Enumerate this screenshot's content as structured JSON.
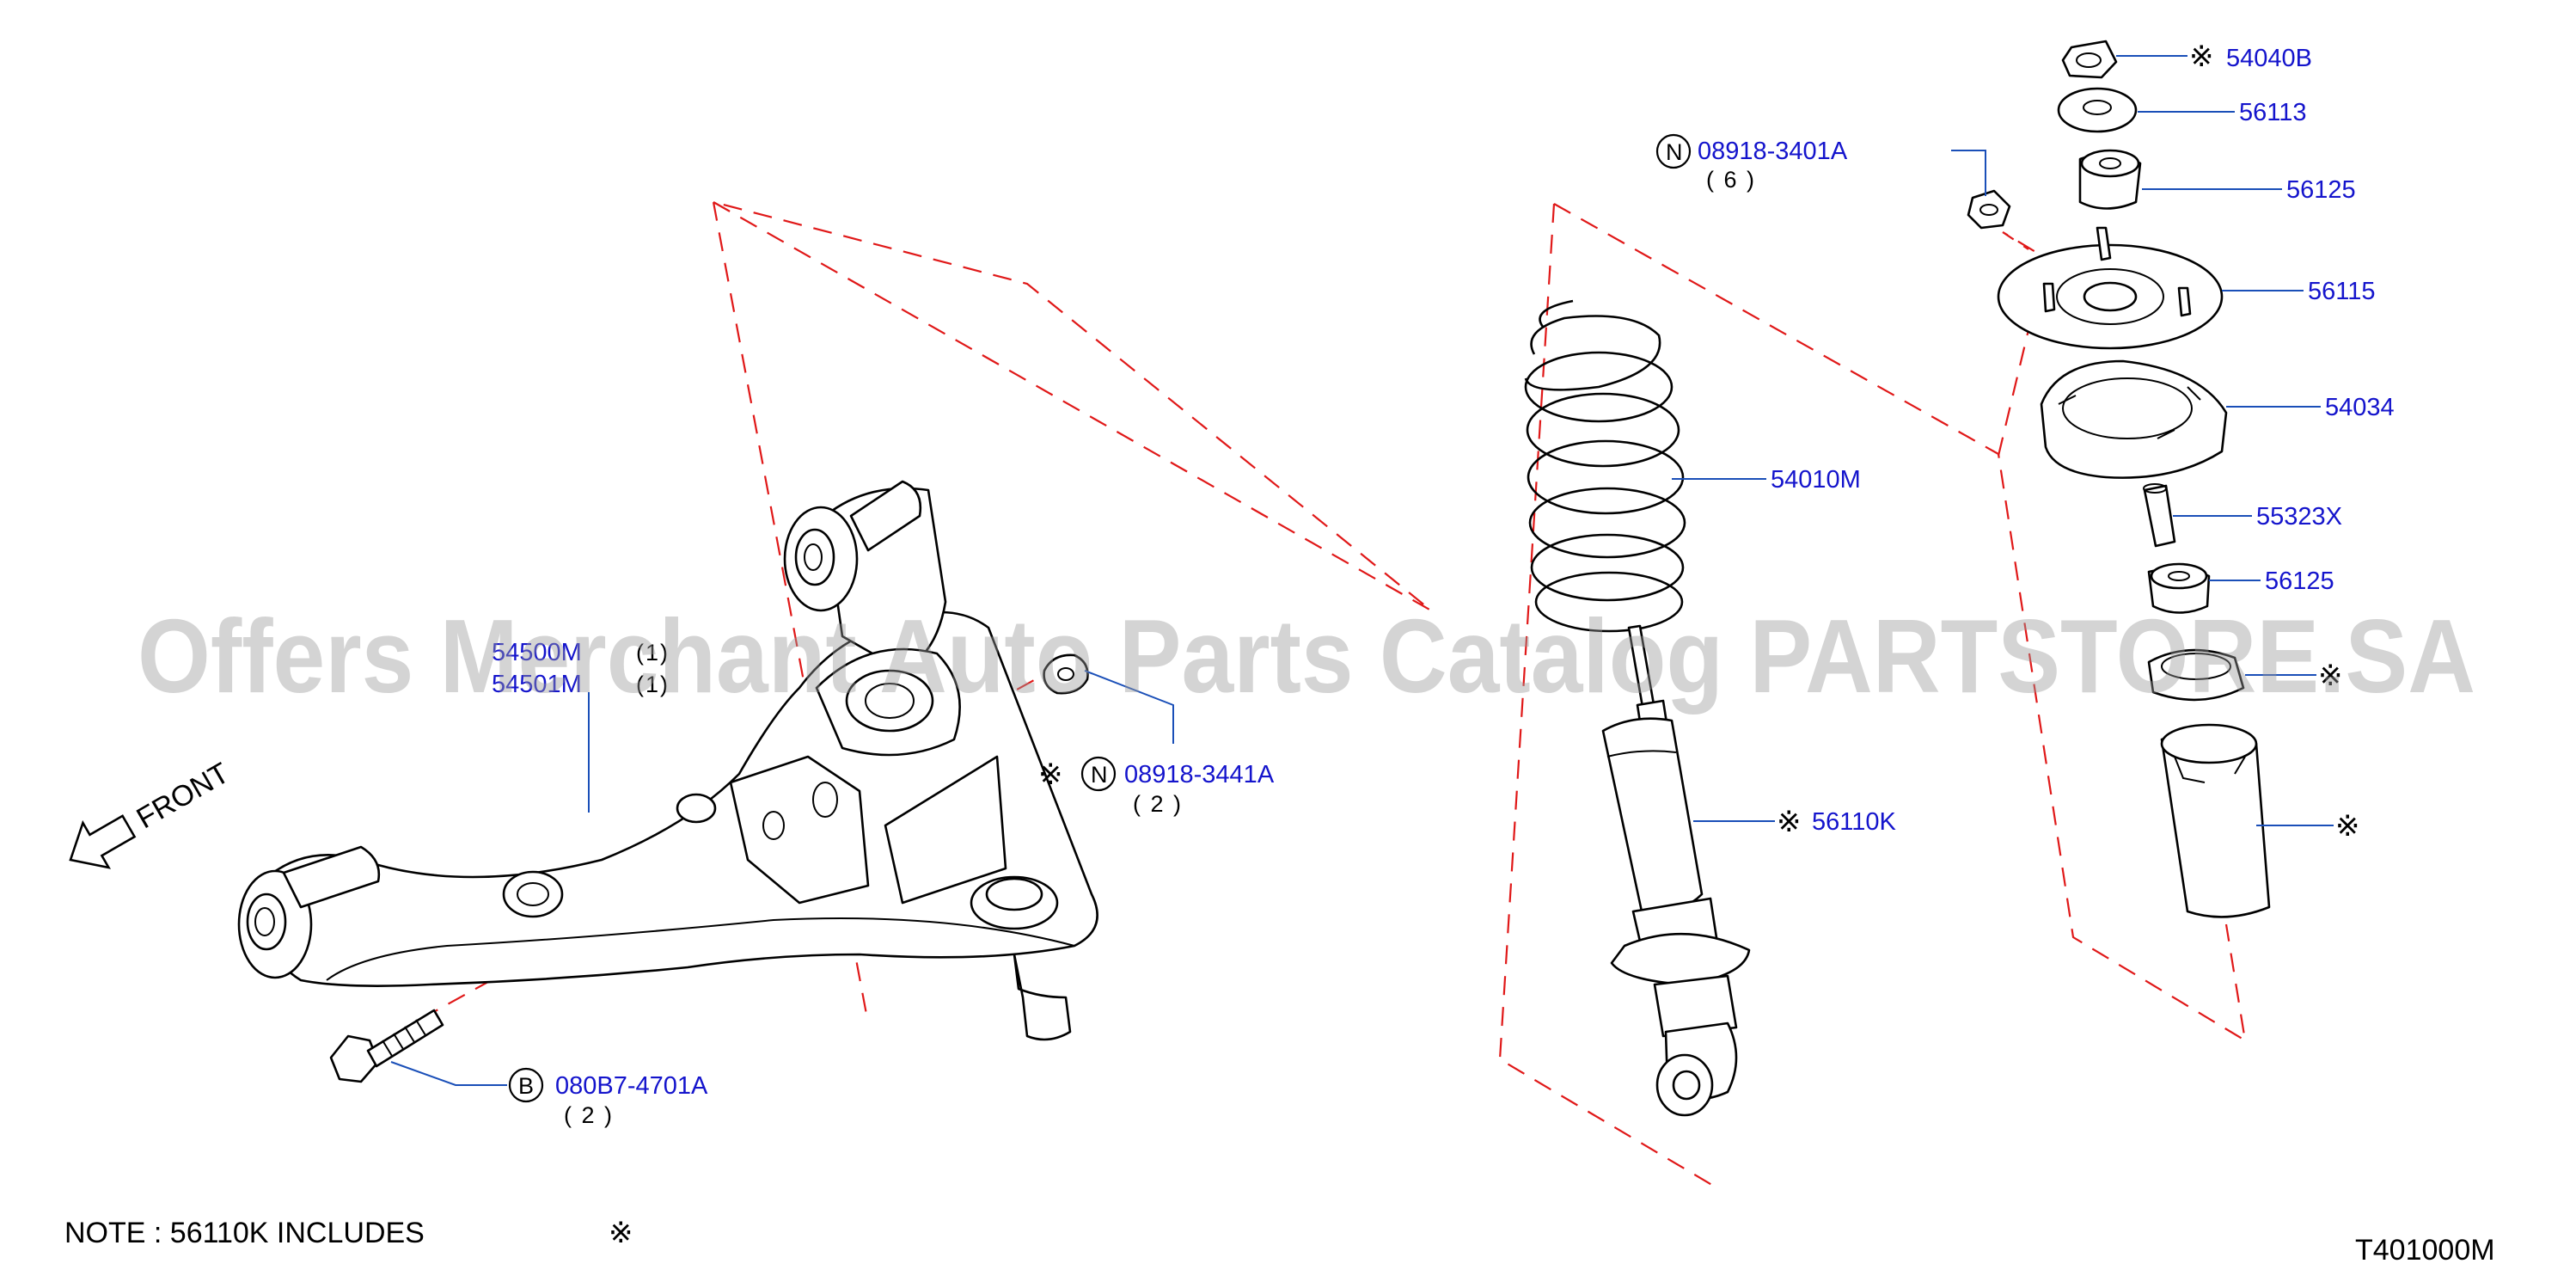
{
  "front_label": "FRONT",
  "parts": [
    {
      "id": "p54040B",
      "part_no": "54040B",
      "note_mark": "※"
    },
    {
      "id": "p56113",
      "part_no": "56113"
    },
    {
      "id": "p56125a",
      "part_no": "56125"
    },
    {
      "id": "p56115",
      "part_no": "56115"
    },
    {
      "id": "p54034",
      "part_no": "54034"
    },
    {
      "id": "p55323X",
      "part_no": "55323X"
    },
    {
      "id": "p56125b",
      "part_no": "56125"
    },
    {
      "id": "p54010M",
      "part_no": "54010M"
    },
    {
      "id": "p56110K",
      "part_no": "56110K",
      "note_mark": "※"
    },
    {
      "id": "bumper",
      "note_mark": "※"
    },
    {
      "id": "dust_cover",
      "note_mark": "※"
    },
    {
      "id": "nut_08918_3401A",
      "part_no": "08918-3401A",
      "prefix": "N",
      "qty": "( 6 )"
    },
    {
      "id": "nut_08918_3441A",
      "part_no": "08918-3441A",
      "prefix": "N",
      "qty": "( 2 )",
      "note_mark": "※"
    },
    {
      "id": "bolt_080B7_4701A",
      "part_no": "080B7-4701A",
      "prefix": "B",
      "qty": "( 2 )"
    },
    {
      "id": "lower_arm",
      "part_no_lines": [
        "54500M",
        "54501M"
      ],
      "qty_lines": [
        "(1)",
        "(1)"
      ]
    }
  ],
  "note": {
    "text": "NOTE : 56110K   INCLUDES",
    "mark": "※"
  },
  "diagram_code": "T401000M",
  "watermark": "Offers Merchant Auto Parts Catalog PARTSTORE.SA",
  "colors": {
    "part_number": "#1414cc",
    "leader_line": "#1a4fb8",
    "dashed_outline": "#e01818",
    "watermark": "#9a9a9a"
  }
}
